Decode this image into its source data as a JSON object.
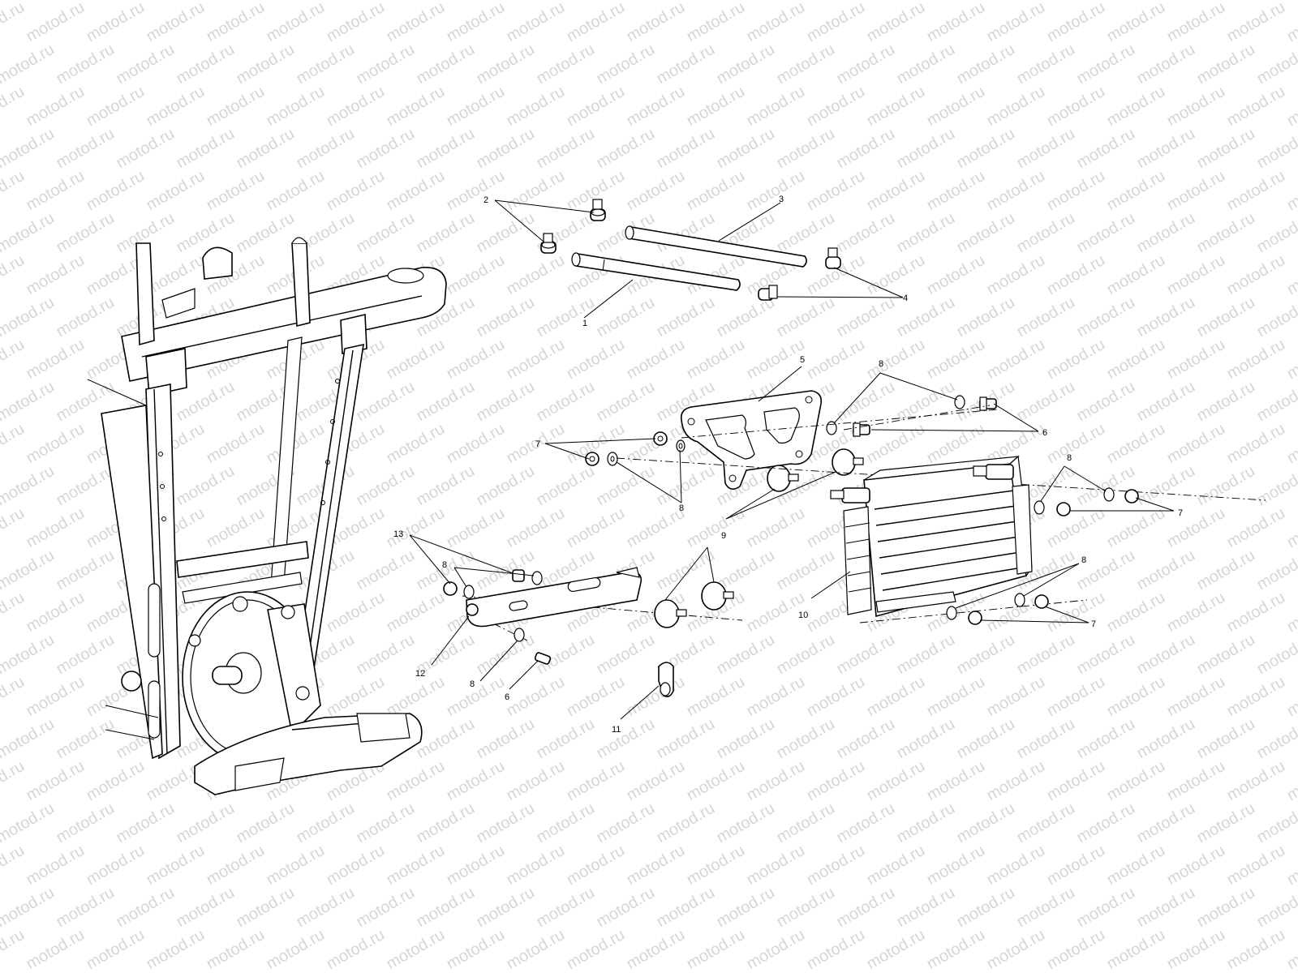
{
  "watermark": {
    "text": "motod.ru",
    "color": "#d6d6d6"
  },
  "callouts": [
    {
      "id": "c1",
      "text": "1"
    },
    {
      "id": "c2",
      "text": "2"
    },
    {
      "id": "c3",
      "text": "3"
    },
    {
      "id": "c4",
      "text": "4"
    },
    {
      "id": "c5",
      "text": "5"
    },
    {
      "id": "c6a",
      "text": "6"
    },
    {
      "id": "c6b",
      "text": "6"
    },
    {
      "id": "c7a",
      "text": "7"
    },
    {
      "id": "c7b",
      "text": "7"
    },
    {
      "id": "c7c",
      "text": "7"
    },
    {
      "id": "c8a",
      "text": "8"
    },
    {
      "id": "c8b",
      "text": "8"
    },
    {
      "id": "c8c",
      "text": "8"
    },
    {
      "id": "c8d",
      "text": "8"
    },
    {
      "id": "c8e",
      "text": "8"
    },
    {
      "id": "c8f",
      "text": "8"
    },
    {
      "id": "c9",
      "text": "9"
    },
    {
      "id": "c10",
      "text": "10"
    },
    {
      "id": "c11",
      "text": "11"
    },
    {
      "id": "c12",
      "text": "12"
    },
    {
      "id": "c13",
      "text": "13"
    }
  ]
}
